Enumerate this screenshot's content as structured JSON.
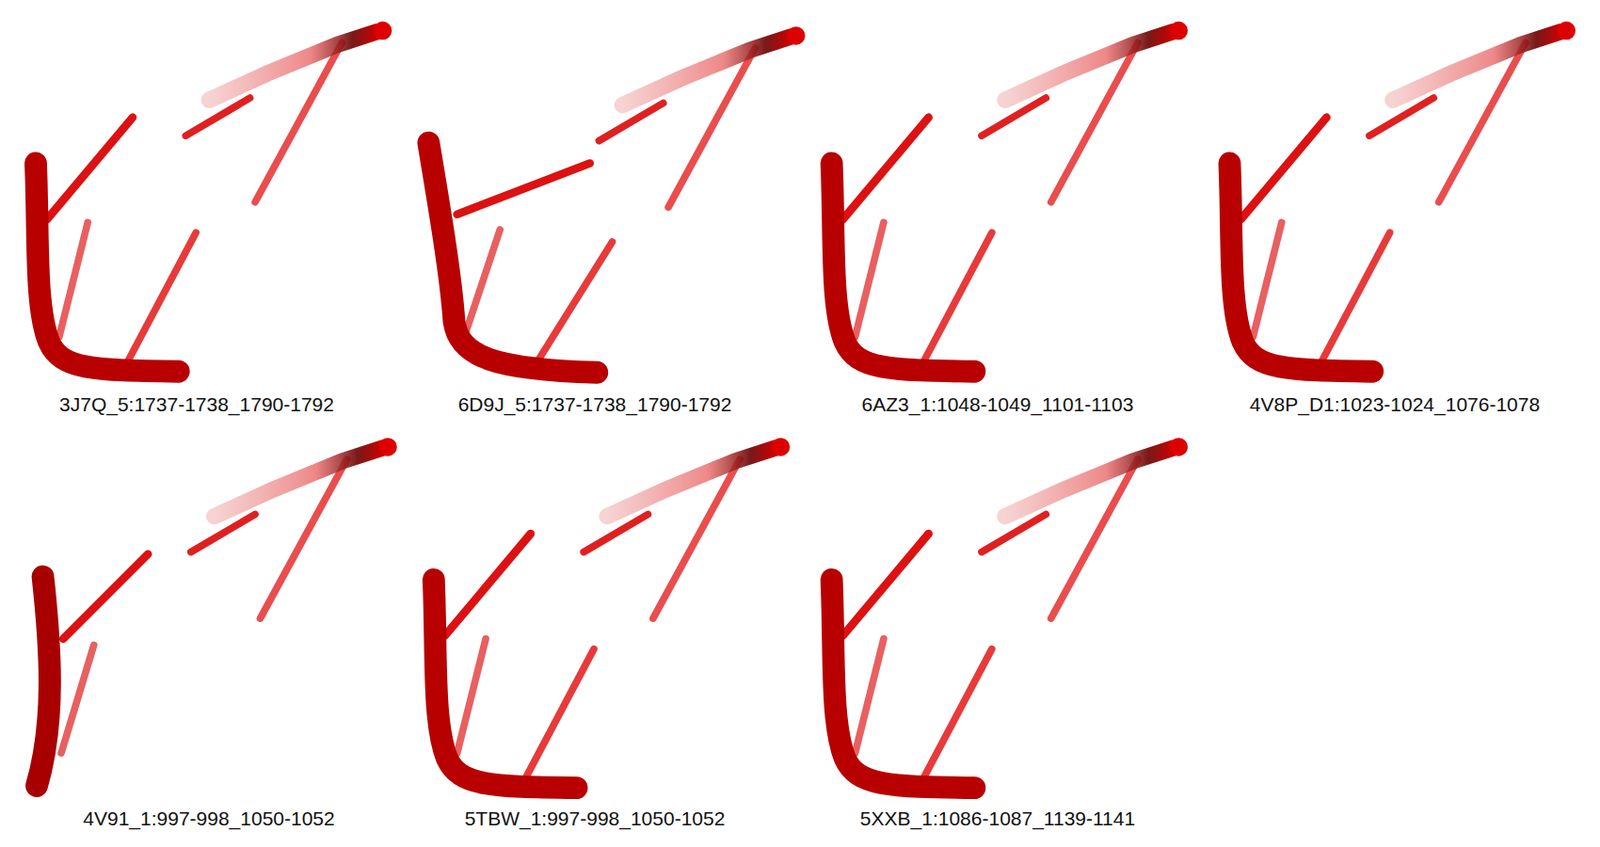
{
  "diagram": {
    "labels": [
      "3J7Q_5:1737-1738_1790-1792",
      "6D9J_5:1737-1738_1790-1792",
      "6AZ3_1:1048-1049_1101-1103",
      "4V8P_D1:1023-1024_1076-1078",
      "4V91_1:997-998_1050-1052",
      "5TBW_1:997-998_1050-1052",
      "5XXB_1:1086-1087_1139-1141"
    ]
  }
}
